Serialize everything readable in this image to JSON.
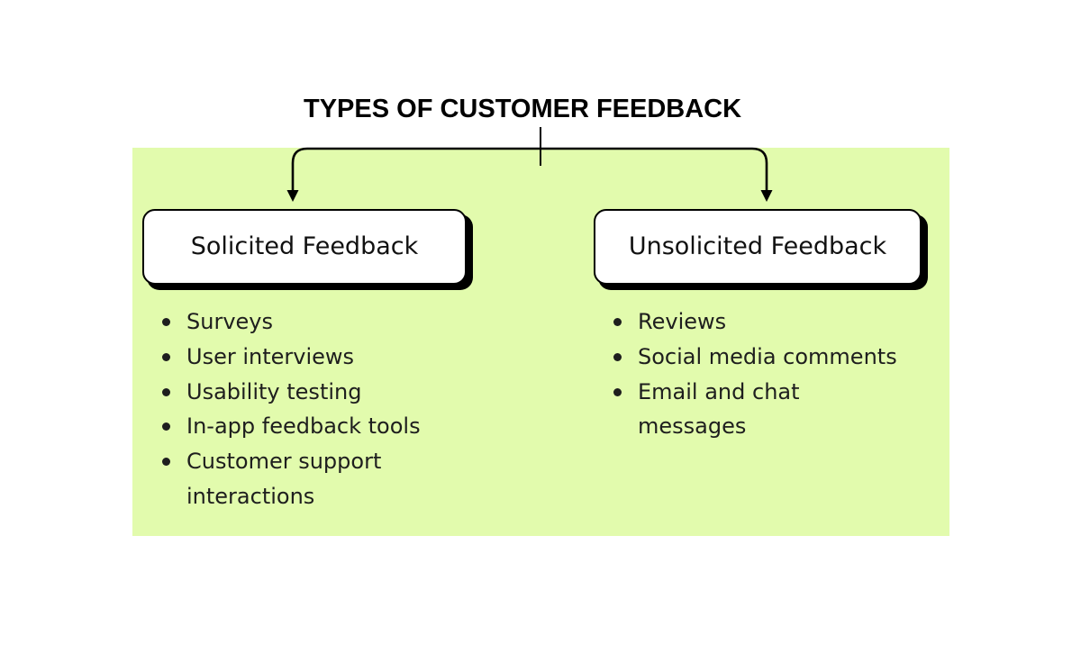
{
  "title": "TYPES OF CUSTOMER FEEDBACK",
  "colors": {
    "panel": "#e2fbad",
    "card": "#ffffff",
    "card_shadow": "#000000",
    "text": "#1e1e1e",
    "connector": "#000000"
  },
  "solicited": {
    "label": "Solicited Feedback",
    "items": [
      [
        "Surveys"
      ],
      [
        "User interviews"
      ],
      [
        "Usability testing"
      ],
      [
        "In-app feedback tools"
      ],
      [
        "Customer support",
        "interactions"
      ]
    ]
  },
  "unsolicited": {
    "label": "Unsolicited Feedback",
    "items": [
      [
        "Reviews"
      ],
      [
        "Social media comments"
      ],
      [
        "Email and chat",
        "messages"
      ]
    ]
  }
}
